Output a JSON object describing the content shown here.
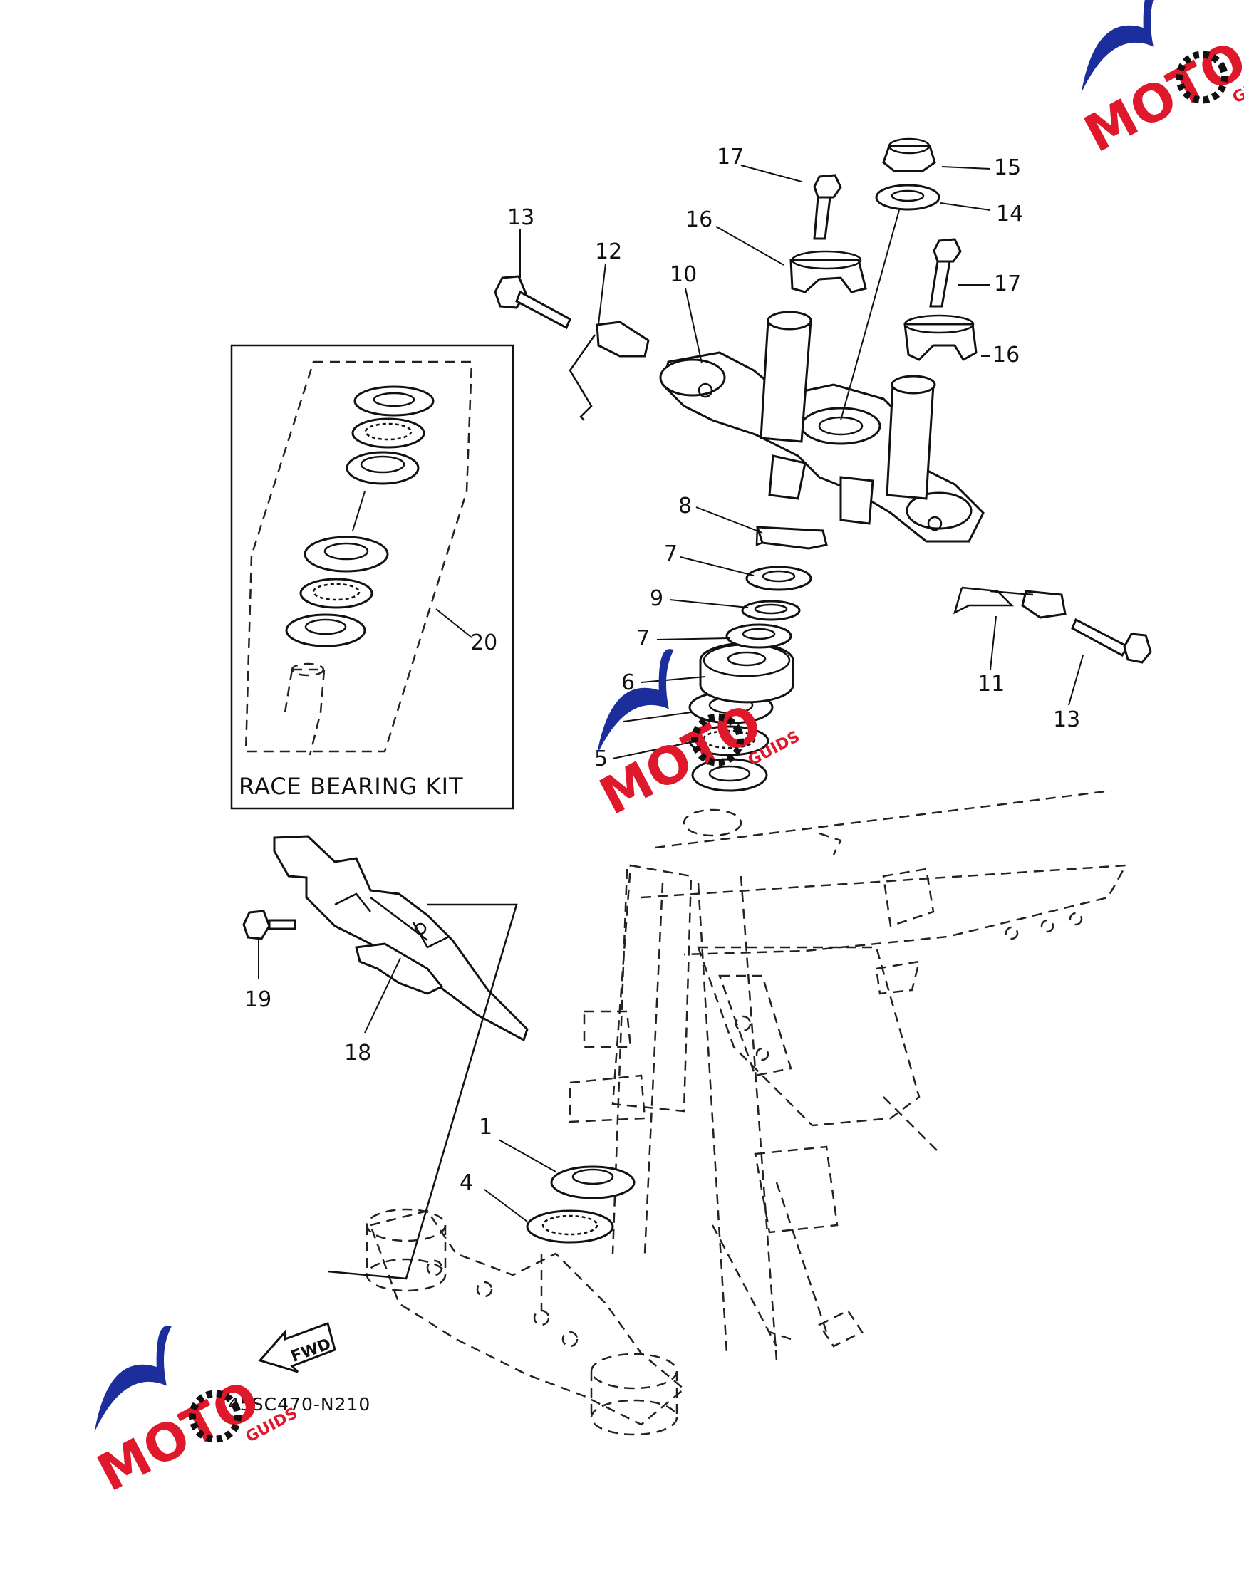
{
  "callouts": {
    "c1": "1",
    "c4": "4",
    "c5": "5",
    "c6": "6",
    "c7a": "7",
    "c7b": "7",
    "c8": "8",
    "c9": "9",
    "c10": "10",
    "c11": "11",
    "c12": "12",
    "c13a": "13",
    "c13b": "13",
    "c14": "14",
    "c15": "15",
    "c16a": "16",
    "c16b": "16",
    "c17a": "17",
    "c17b": "17",
    "c18": "18",
    "c19": "19",
    "c20": "20"
  },
  "kit_caption": "RACE BEARING KIT",
  "fwd_label": "FWD",
  "diagram_code": "45SC470-N210",
  "watermark": {
    "brand_letters": "MOTO",
    "suffix": "GUIDS",
    "colors": {
      "swoosh": "#1c2d9c",
      "letters": "#e0182b",
      "gear": "#111111"
    }
  }
}
